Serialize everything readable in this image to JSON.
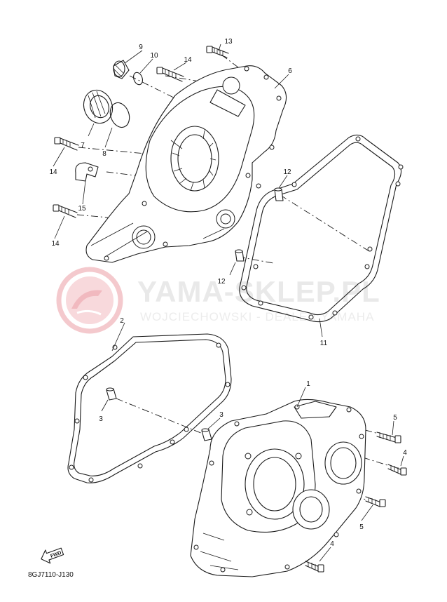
{
  "watermark": {
    "brand": "YAMA-SKLEP.PL",
    "subtitle": "WOJCIECHOWSKI - DEALER YAMAHA"
  },
  "diagram_code": "8GJ7110-J130",
  "fwd_label": "FWD",
  "callouts": {
    "c1": "1",
    "c2": "2",
    "c3a": "3",
    "c3b": "3",
    "c4a": "4",
    "c4b": "4",
    "c5a": "5",
    "c5b": "5",
    "c6": "6",
    "c7": "7",
    "c8": "8",
    "c9": "9",
    "c10": "10",
    "c11": "11",
    "c12a": "12",
    "c12b": "12",
    "c13": "13",
    "c14a": "14",
    "c14b": "14",
    "c14c": "14",
    "c15": "15"
  },
  "colors": {
    "watermark_logo": "#f4c9cd",
    "watermark_text": "#e9e9e9",
    "ink": "#1a1a1a"
  }
}
